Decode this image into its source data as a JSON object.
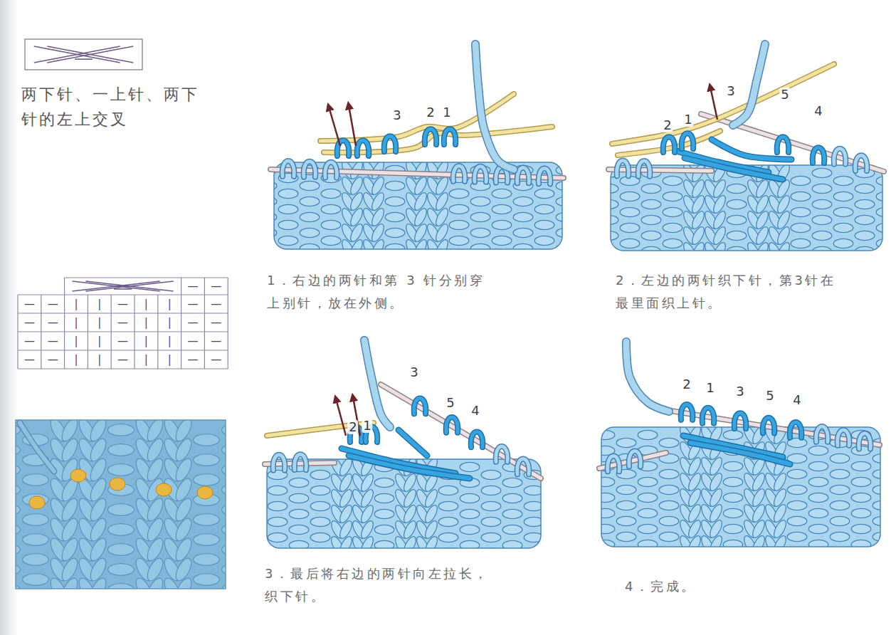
{
  "diagram": {
    "title": "两下针、一上针、两下针的左上交叉",
    "labels": [
      "—",
      "—",
      "—",
      "—",
      "|",
      "|",
      "—",
      "|",
      "|",
      "—",
      "—",
      "—",
      "—",
      "|",
      "|",
      "—",
      "|",
      "|",
      "—",
      "—",
      "—",
      "—",
      "|",
      "|",
      "—",
      "|",
      "|",
      "—",
      "—",
      "—",
      "—",
      "|",
      "|",
      "—",
      "|",
      "|",
      "—",
      "—",
      "3",
      "2",
      "1",
      "1．右边的两针和第 3 针分别穿上别针，放在外侧。",
      "3",
      "5",
      "4",
      "2",
      "1",
      "2．左边的两针织下针，第3针在最里面织上针。",
      "3",
      "5",
      "4",
      "2",
      "1",
      "3．最后将右边的两针向左拉长，织下针。",
      "2",
      "1",
      "3",
      "5",
      "4",
      "4．完成。"
    ]
  }
}
